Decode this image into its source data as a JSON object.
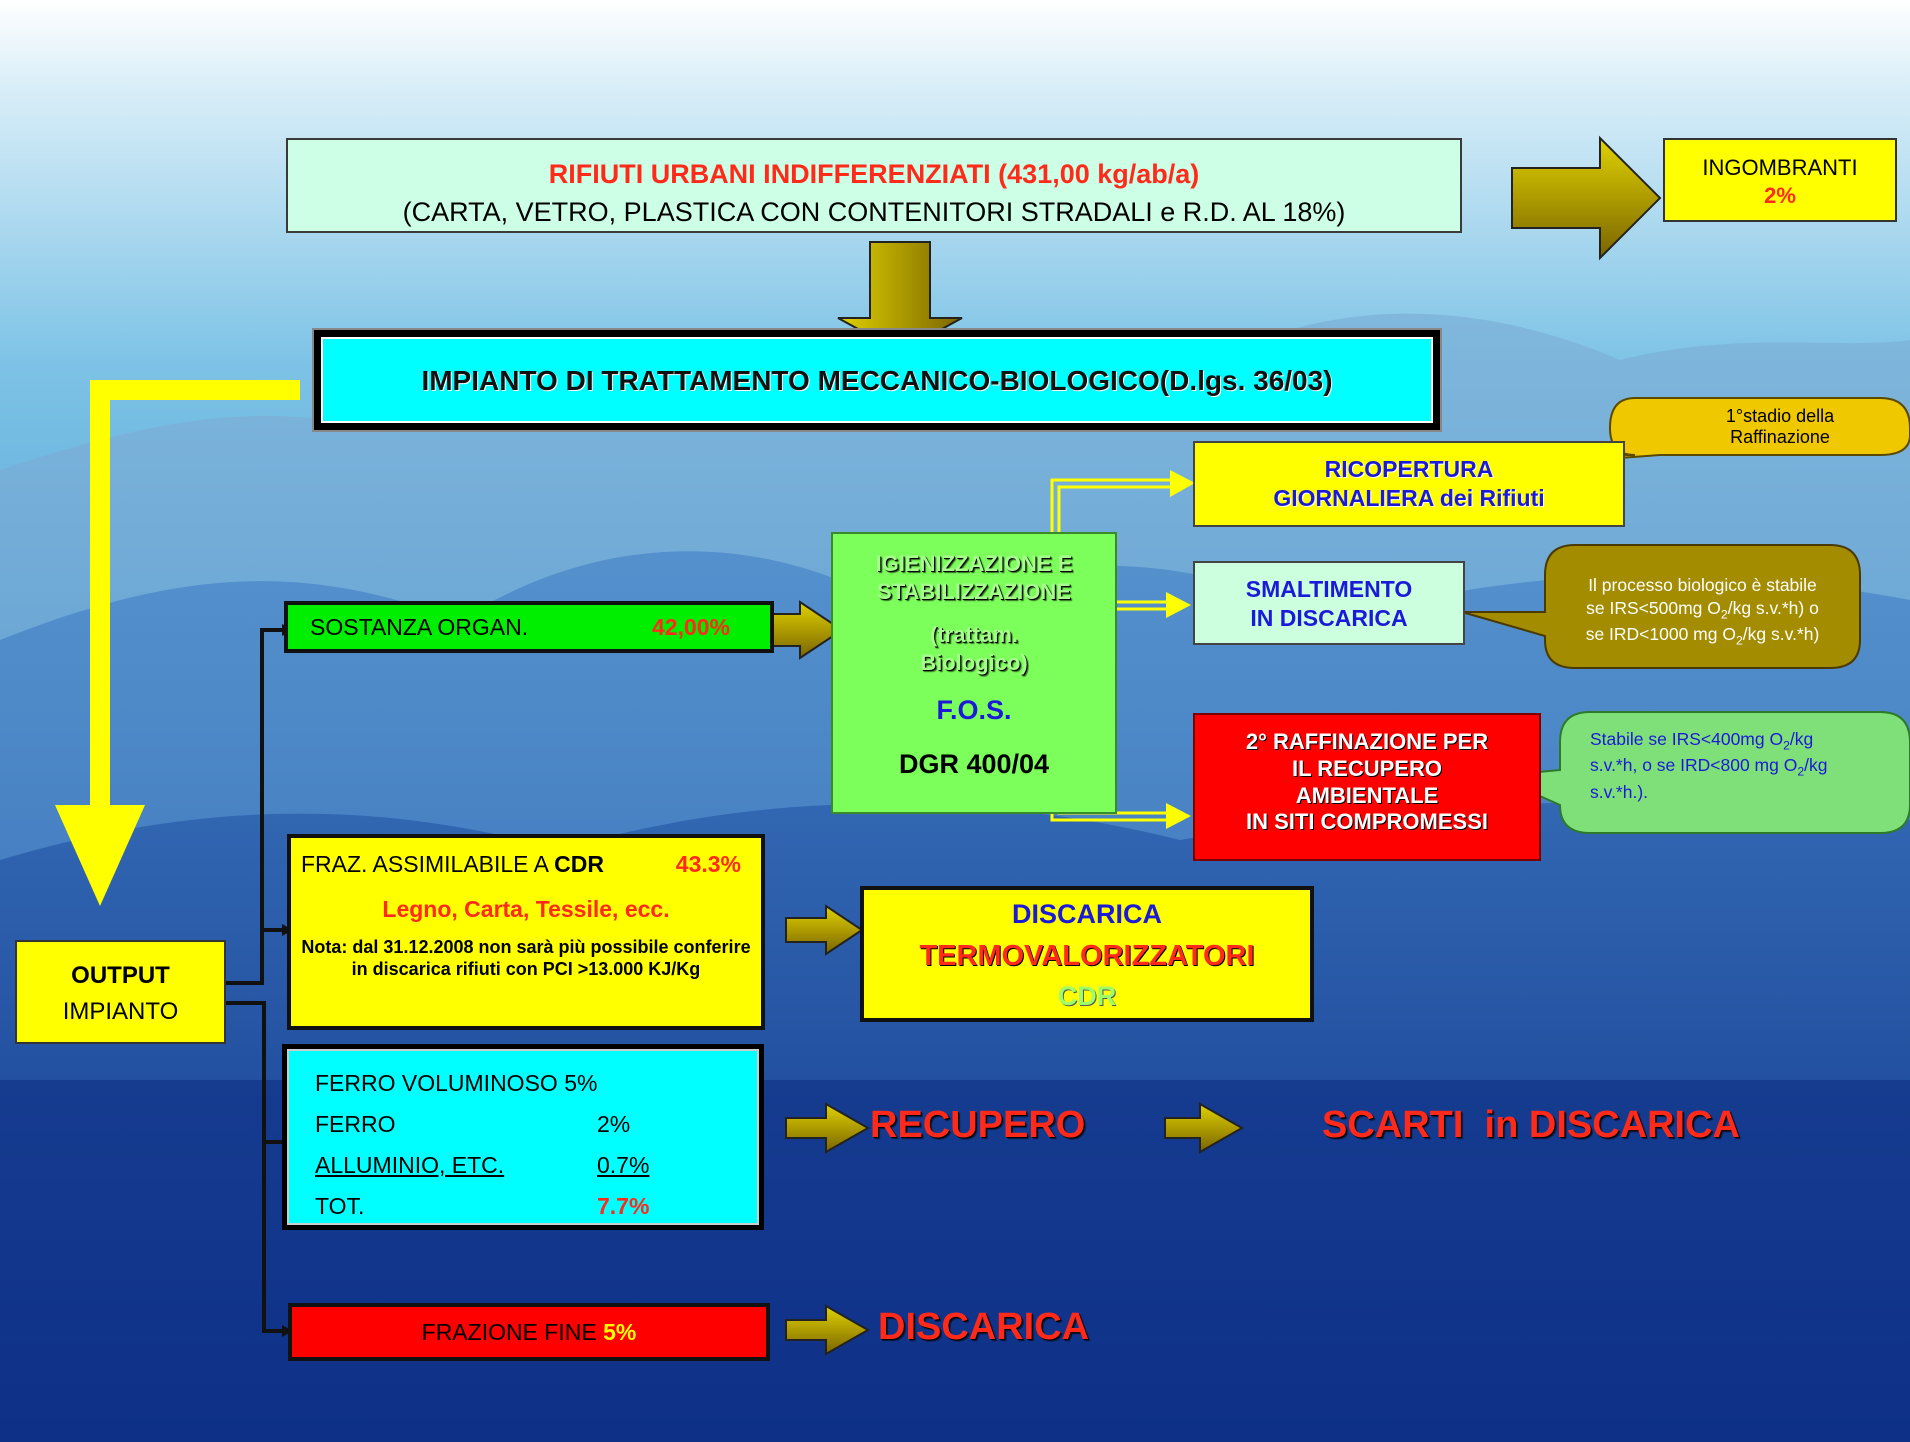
{
  "colors": {
    "yellow": "#ffff00",
    "cyan": "#00ffff",
    "green": "#00ff00",
    "light_green": "#7cff5a",
    "red_box": "#ff0000",
    "mint": "#ccffdd",
    "olive": "#a38c00",
    "accent_red": "#ff2a1a",
    "blue_text": "#1a1ad8"
  },
  "top": {
    "line1": "RIFIUTI URBANI INDIFFERENZIATI (431,00 kg/ab/a)",
    "line2": "(CARTA, VETRO, PLASTICA CON CONTENITORI STRADALI e R.D. AL 18%)"
  },
  "ingombranti": {
    "label": "INGOMBRANTI",
    "pct": "2%"
  },
  "impianto": {
    "label": "IMPIANTO DI TRATTAMENTO  MECCANICO-BIOLOGICO(D.lgs. 36/03)"
  },
  "callout1": {
    "line1": "1°stadio della",
    "line2": "Raffinazione"
  },
  "ricopertura": {
    "line1": "RICOPERTURA",
    "line2": "GIORNALIERA dei Rifiuti"
  },
  "smaltimento": {
    "line1": "SMALTIMENTO",
    "line2": "IN DISCARICA"
  },
  "callout2": {
    "l1": "Il processo biologico è stabile",
    "l2a": "se IRS<500mg O",
    "l2sub": "2",
    "l2b": "/kg s.v.*h) o",
    "l3a": "se IRD<1000 mg O",
    "l3sub": "2",
    "l3b": "/kg s.v.*h)"
  },
  "igienizzazione": {
    "line1": "IGIENIZZAZIONE E",
    "line2": "STABILIZZAZIONE",
    "line3": "(trattam.",
    "line4": "Biologico)",
    "fos": "F.O.S.",
    "dgr": "DGR 400/04"
  },
  "raffinazione2": {
    "line1": "2° RAFFINAZIONE PER",
    "line2": "IL RECUPERO",
    "line3": "AMBIENTALE",
    "line4": "IN SITI COMPROMESSI"
  },
  "callout3": {
    "l1a": "Stabile se IRS<400mg O",
    "l1sub": "2",
    "l1b": "/kg",
    "l2a": "s.v.*h,  o se IRD<800 mg O",
    "l2sub": "2",
    "l2b": "/kg",
    "l3": "s.v.*h.)."
  },
  "sostanza": {
    "label": "SOSTANZA ORGAN.",
    "pct": "42,00%"
  },
  "cdr_box": {
    "label_a": "FRAZ. ASSIMILABILE A ",
    "label_b": "CDR",
    "pct": "43.3%",
    "materials": "Legno, Carta, Tessile, ecc.",
    "note": "Nota: dal 31.12.2008 non sarà più possibile conferire in discarica rifiuti con PCI >13.000 KJ/Kg"
  },
  "discarica_box": {
    "line1": "DISCARICA",
    "line2": "TERMOVALORIZZATORI",
    "line3": "CDR"
  },
  "output": {
    "line1": "OUTPUT",
    "line2": "IMPIANTO"
  },
  "metals": {
    "rows": [
      {
        "label": "FERRO VOLUMINOSO 5%",
        "value": ""
      },
      {
        "label": "FERRO",
        "value": "2%"
      },
      {
        "label": "ALLUMINIO, ETC.",
        "value": "0.7%"
      },
      {
        "label": "TOT.",
        "value": "7.7%"
      }
    ]
  },
  "recupero": "RECUPERO",
  "scarti": "SCARTI  in DISCARICA",
  "fine": {
    "label": "FRAZIONE FINE ",
    "pct": "5%"
  },
  "discarica_final": "DISCARICA"
}
